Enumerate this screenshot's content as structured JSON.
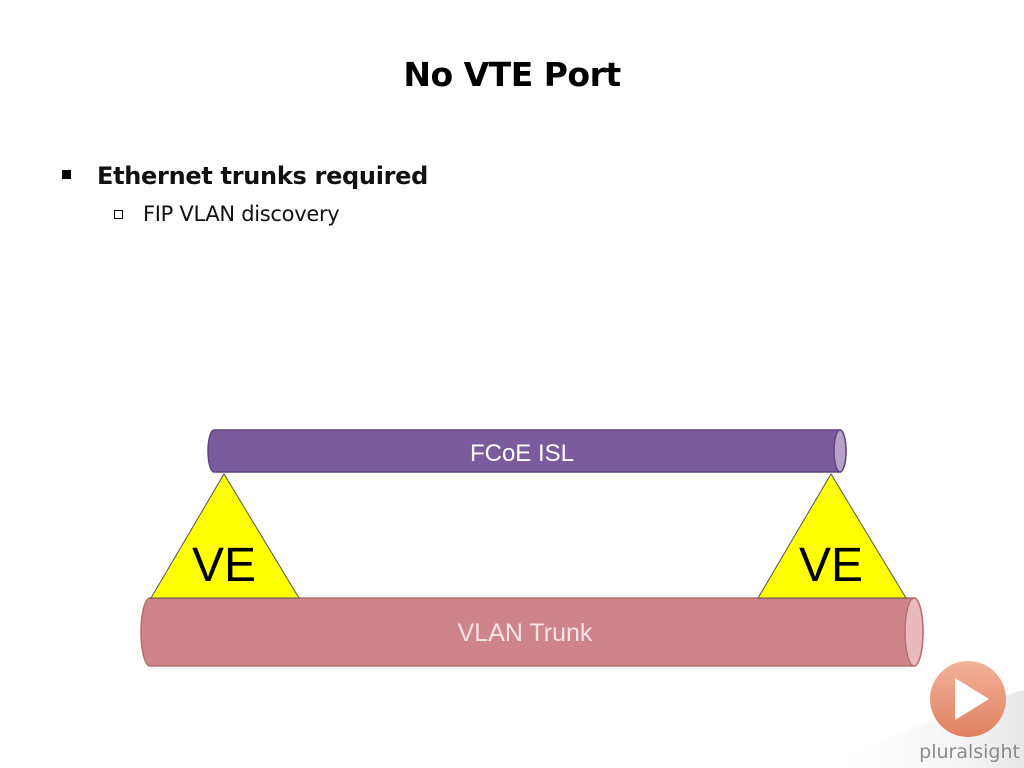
{
  "slide": {
    "title": "No VTE Port",
    "bullets": [
      {
        "text": "Ethernet trunks required",
        "sub": [
          {
            "text": "FIP VLAN discovery"
          }
        ]
      }
    ]
  },
  "diagram": {
    "fcoe_isl_label": "FCoE ISL",
    "vlan_trunk_label": "VLAN Trunk",
    "left_port_label": "VE",
    "right_port_label": "VE",
    "colors": {
      "fcoe_isl": "#7b5b9e",
      "vlan_trunk": "#cf848a",
      "ve_triangle": "#ffff00"
    }
  },
  "branding": {
    "logo_text": "pluralsight",
    "play_icon": "play-icon"
  }
}
